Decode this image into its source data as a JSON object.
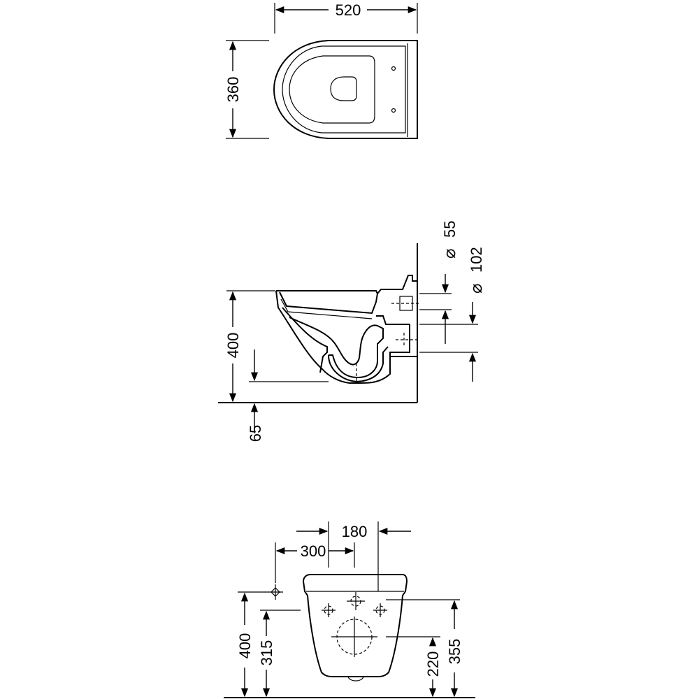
{
  "top_view": {
    "width_label": "520",
    "depth_label": "360"
  },
  "side_view": {
    "height_label": "400",
    "floor_gap_label": "65",
    "inlet_diameter_label": "55",
    "outlet_diameter_label": "102",
    "diameter_symbol": "⌀"
  },
  "rear_view": {
    "spacing_label_180": "180",
    "spacing_label_300": "300",
    "height_label_400": "400",
    "height_label_315": "315",
    "height_label_220": "220",
    "height_label_355": "355"
  }
}
